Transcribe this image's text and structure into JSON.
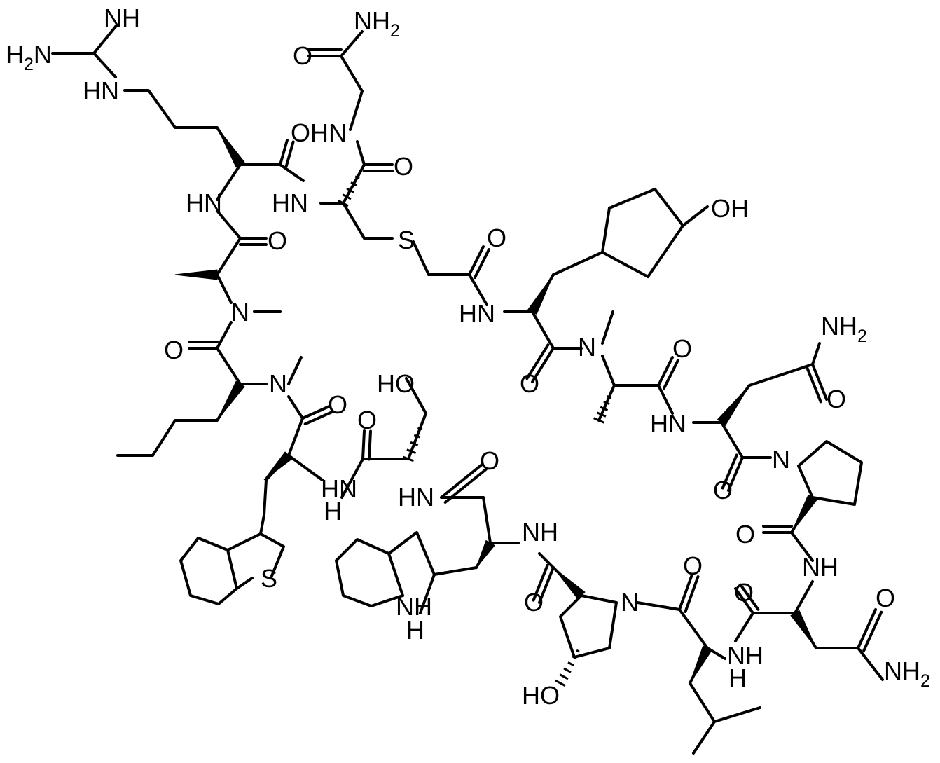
{
  "atom_labels": {
    "NH": "NH",
    "HN": "HN",
    "N": "N",
    "O": "O",
    "S": "S",
    "OH": "OH",
    "HO": "HO",
    "NH2": "NH",
    "H2N": "H",
    "H": "H",
    "OHN": "OHN",
    "two": "2",
    "NH_sub_N": "N"
  }
}
